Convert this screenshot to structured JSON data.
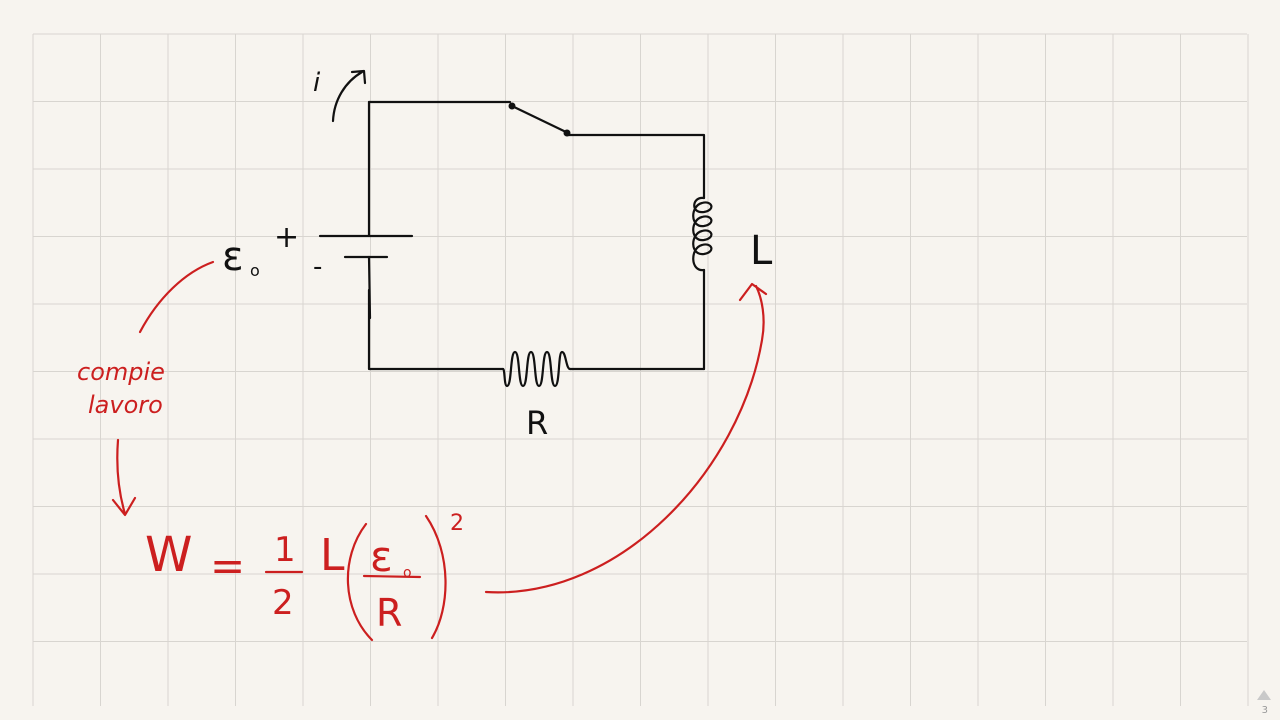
{
  "page": {
    "number": "3"
  },
  "diagram": {
    "current_label": "i",
    "emf_label": "ε",
    "emf_subscript": "o",
    "plus_sign": "+",
    "minus_sign": "-",
    "inductor_label": "L",
    "resistor_label": "R"
  },
  "annotations": {
    "work_note_line1": "compie",
    "work_note_line2": "lavoro"
  },
  "formula": {
    "lhs": "W",
    "equals": "=",
    "frac_num": "1",
    "frac_den": "2",
    "coef": "L",
    "inner_num": "ε",
    "inner_num_sub": "o",
    "inner_den": "R",
    "exponent": "2"
  },
  "colors": {
    "grid": "#d8d5d0",
    "ink": "#111111",
    "annotation": "#cc1f1f",
    "paper": "#f7f4ef"
  }
}
